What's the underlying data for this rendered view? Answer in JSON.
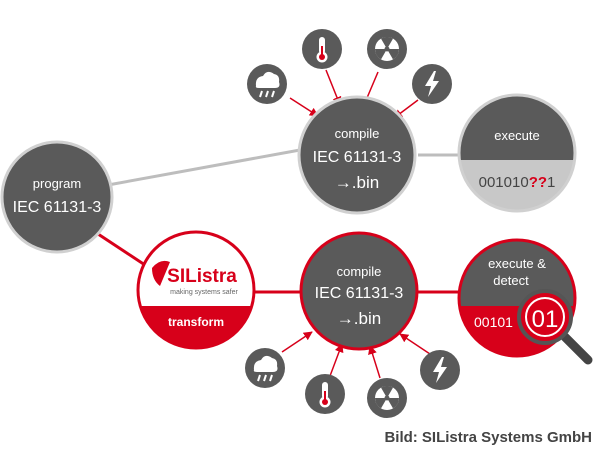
{
  "program": {
    "line1": "program",
    "line2": "IEC 61131-3"
  },
  "compile_top": {
    "line1": "compile",
    "line2": "IEC 61131-3",
    "line3": "→.bin"
  },
  "execute_top": {
    "label": "execute",
    "bits_prefix": "001010",
    "bits_error": "??",
    "bits_suffix": "1"
  },
  "silistra": {
    "logo": "SIListra",
    "tagline": "making systems safer",
    "transform_label": "transform"
  },
  "compile_bottom": {
    "line1": "compile",
    "line2": "IEC 61131-3",
    "line3": "→.bin"
  },
  "execute_detect": {
    "line1": "execute &",
    "line2": "detect",
    "bits": "00101",
    "detected": "01"
  },
  "hazards": {
    "top": [
      "storm-cloud",
      "thermometer",
      "radiation",
      "lightning"
    ],
    "bottom": [
      "storm-cloud",
      "thermometer",
      "radiation",
      "lightning"
    ]
  },
  "caption": "Bild: SIListra Systems GmbH",
  "colors": {
    "gray": "#5a5a5a",
    "red": "#d7001a",
    "light_gray": "#c8c8c8",
    "connector": "#bdbdbd"
  }
}
